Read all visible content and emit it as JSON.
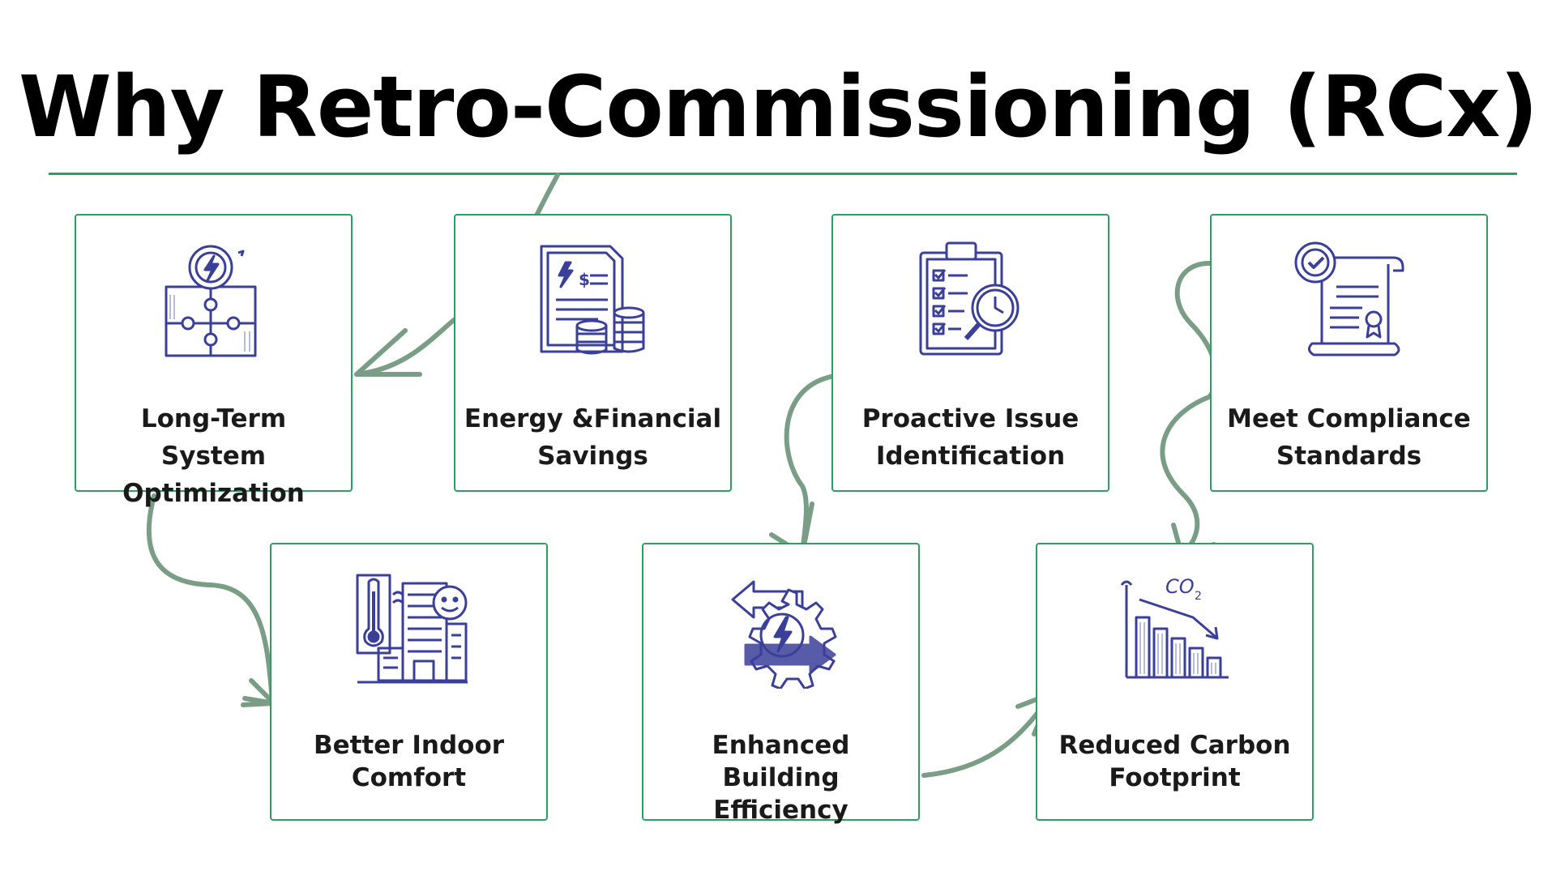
{
  "title": "Why Retro-Commissioning (RCx)",
  "colors": {
    "accent": "#2aa160",
    "arrow": "#7a9d86",
    "icon": "#3a3f9a"
  },
  "cards": [
    {
      "label_line1": "Long-Term System",
      "label_line2": "Optimization",
      "icon": "puzzle-energy-icon"
    },
    {
      "label_line1": "Energy &Financial",
      "label_line2": "Savings",
      "icon": "invoice-coins-icon"
    },
    {
      "label_line1": "Proactive Issue",
      "label_line2": "Identification",
      "icon": "clipboard-magnifier-icon"
    },
    {
      "label_line1": "Meet Compliance",
      "label_line2": "Standards",
      "icon": "certificate-icon"
    },
    {
      "label_line1": "Better Indoor",
      "label_line2": "Comfort",
      "icon": "thermometer-building-icon"
    },
    {
      "label_line1": "Enhanced Building",
      "label_line2": "Efficiency",
      "icon": "gear-energy-icon"
    },
    {
      "label_line1": "Reduced Carbon",
      "label_line2": "Footprint",
      "icon": "co2-chart-icon"
    }
  ]
}
